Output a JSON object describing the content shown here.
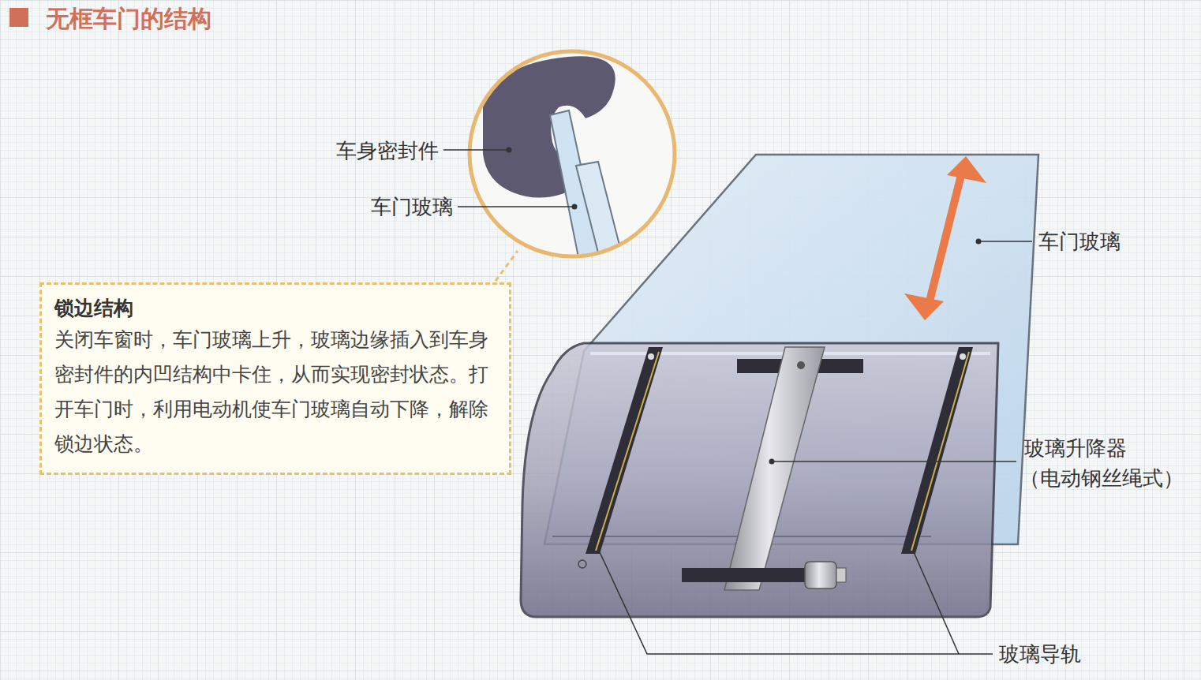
{
  "diagram": {
    "title": "无框车门的结构",
    "nodes": [
      {
        "text": [
          "锁边结构",
          "关闭车窗时，车门玻璃上升，玻璃边缘插入到车身密封件的内凹结构中卡住，从而实现密封状态。打开车门时，利用电动机使车门玻璃自动下降，解除锁边状态。"
        ]
      }
    ],
    "labels": [
      "车身密封件",
      "车门玻璃",
      "车门玻璃",
      "玻璃升降器",
      "（电动钢丝绳式）",
      "玻璃导轨"
    ]
  }
}
